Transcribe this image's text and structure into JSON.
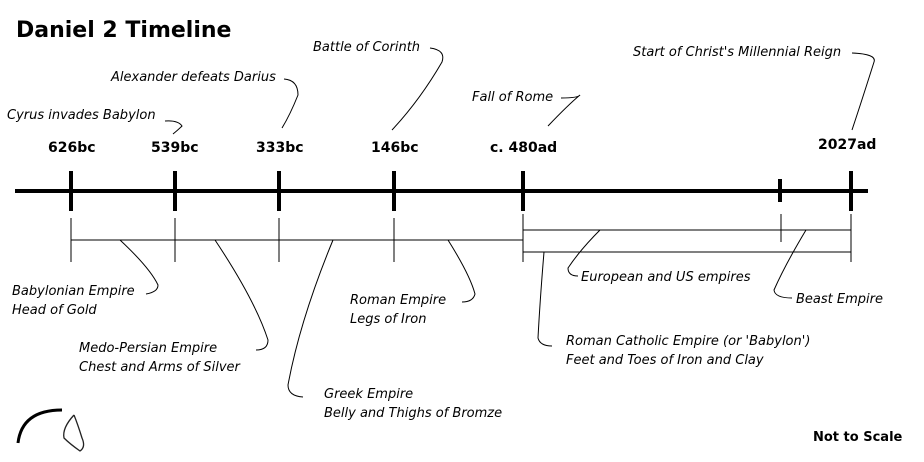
{
  "title": "Daniel 2 Timeline",
  "dates": [
    "626bc",
    "539bc",
    "333bc",
    "146bc",
    "c. 480ad",
    "2027ad"
  ],
  "events": {
    "cyrus": "Cyrus invades Babylon",
    "alexander": "Alexander defeats Darius",
    "corinth": "Battle of Corinth",
    "rome_fall": "Fall of Rome",
    "millennial": "Start of Christ's Millennial Reign"
  },
  "empires": {
    "babylonian": {
      "name": "Babylonian Empire",
      "metal": "Head of Gold"
    },
    "medo_persian": {
      "name": "Medo-Persian Empire",
      "metal": "Chest and Arms of Silver"
    },
    "greek": {
      "name": "Greek Empire",
      "metal": "Belly and Thighs of Bromze"
    },
    "roman": {
      "name": "Roman Empire",
      "metal": "Legs of Iron"
    },
    "catholic": {
      "name": "Roman Catholic Empire (or 'Babylon')",
      "metal": "Feet and Toes of Iron and Clay"
    },
    "european": {
      "name": "European and US empires"
    },
    "beast": {
      "name": "Beast Empire"
    }
  },
  "footer_note": "Not to Scale"
}
